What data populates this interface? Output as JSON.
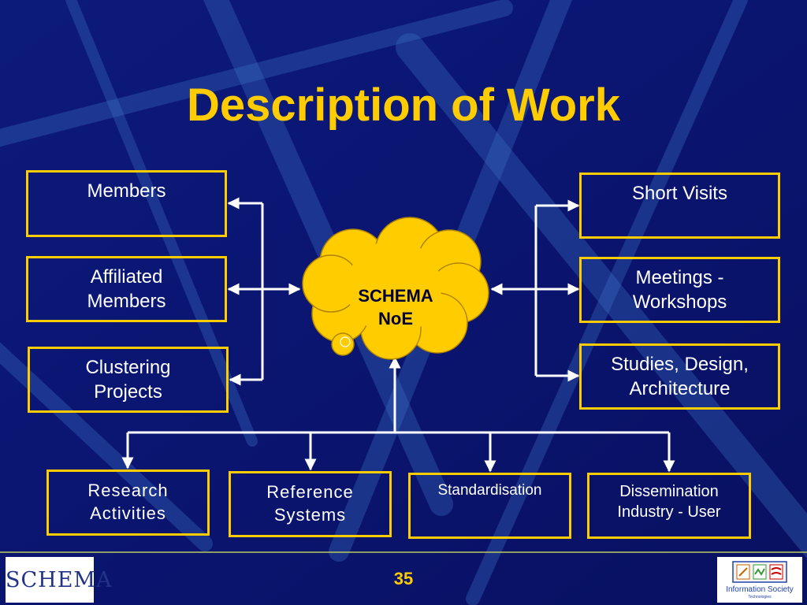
{
  "title": "Description of Work",
  "center": {
    "line1": "SCHEMA",
    "line2": "NoE"
  },
  "left_boxes": [
    {
      "line1": "Members",
      "line2": ""
    },
    {
      "line1": "Affiliated",
      "line2": "Members"
    },
    {
      "line1": "Clustering",
      "line2": "Projects"
    }
  ],
  "right_boxes": [
    {
      "line1": "Short Visits",
      "line2": ""
    },
    {
      "line1": "Meetings -",
      "line2": "Workshops"
    },
    {
      "line1": "Studies, Design,",
      "line2": "Architecture"
    }
  ],
  "bottom_boxes": [
    {
      "line1": "Research",
      "line2": "Activities"
    },
    {
      "line1": "Reference",
      "line2": "Systems"
    },
    {
      "line1": "Standardisation",
      "line2": ""
    },
    {
      "line1": "Dissemination",
      "line2": "Industry - User"
    }
  ],
  "footer": {
    "page_number": "35",
    "logo_left_text": "SCHEMA",
    "logo_right_text": "Information Society",
    "logo_right_subtext": "Technologies"
  },
  "colors": {
    "background": "#0a1470",
    "accent": "#ffcc00",
    "text": "#ffffff",
    "cloud": "#ffcc00"
  },
  "icons": {
    "cloud": "thought-cloud-icon",
    "logo_left": "schema-logo-icon",
    "logo_right": "ist-logo-icon"
  }
}
